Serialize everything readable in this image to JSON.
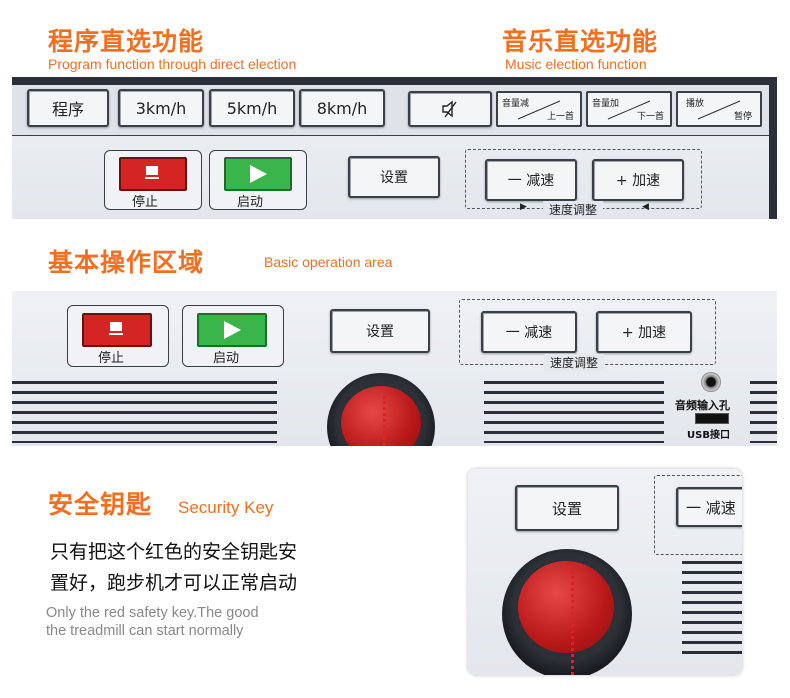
{
  "section1": {
    "title_cn": "程序直选功能",
    "title_en": "Program function through direct election"
  },
  "section2": {
    "title_cn": "音乐直选功能",
    "title_en": "Music election function"
  },
  "panel1": {
    "program_key": "程序",
    "speed_keys": [
      "3km/h",
      "5km/h",
      "8km/h"
    ],
    "mute_icon": "mute-speaker-icon",
    "music_keys": [
      {
        "top": "音量减",
        "bottom": "上一首"
      },
      {
        "top": "音量加",
        "bottom": "下一首"
      },
      {
        "top": "播放",
        "bottom": "暂停"
      }
    ],
    "stop_label": "停止",
    "start_label": "启动",
    "settings_label": "设置",
    "decrease_label": "一 减速",
    "increase_label": "+ 加速",
    "speed_adjust_label": "速度调整"
  },
  "section3": {
    "title_cn": "基本操作区域",
    "title_en": "Basic operation area"
  },
  "panel2": {
    "stop_label": "停止",
    "start_label": "启动",
    "settings_label": "设置",
    "decrease_label": "一 减速",
    "increase_label": "+ 加速",
    "speed_adjust_label": "速度调整",
    "audio_jack_label": "音频输入孔",
    "usb_label": "USB接口"
  },
  "section4": {
    "title_cn": "安全钥匙",
    "title_en": "Security Key",
    "desc_cn_line1": "只有把这个红色的安全钥匙安",
    "desc_cn_line2": "置好，跑步机才可以正常启动",
    "desc_en_line1": "Only the red safety key.The good",
    "desc_en_line2": "the treadmill can start normally"
  },
  "panel3": {
    "settings_label": "设置",
    "decrease_label": "一 减速"
  },
  "colors": {
    "accent": "#f36f1f",
    "stop": "#d42424",
    "start": "#39b54a"
  }
}
